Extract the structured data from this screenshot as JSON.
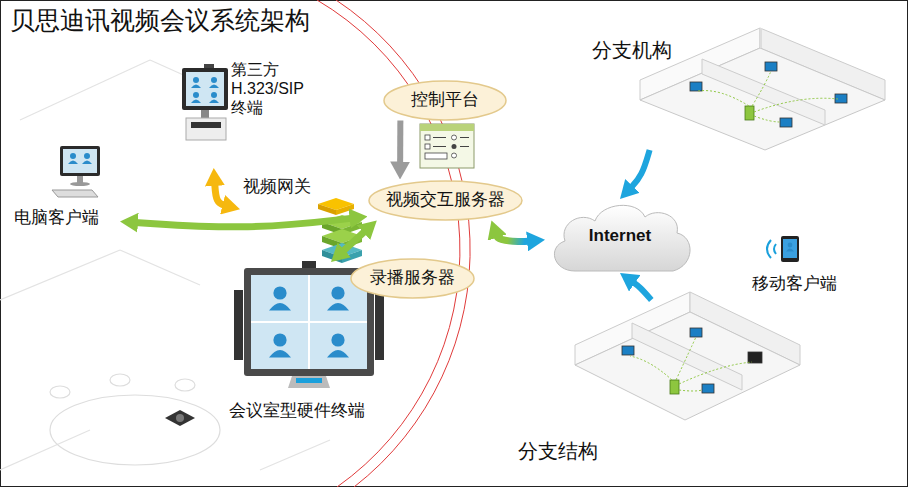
{
  "diagram": {
    "title": "贝思迪讯视频会议系统架构",
    "nodes": [
      {
        "text": [
          "第三方 H.323/SIP 终端"
        ]
      },
      {
        "text": [
          "控制平台"
        ]
      },
      {
        "text": [
          "视频网关"
        ]
      },
      {
        "text": [
          "视频交互服务器"
        ]
      },
      {
        "text": [
          "录播服务器"
        ]
      },
      {
        "text": [
          "电脑客户端"
        ]
      },
      {
        "text": [
          "会议室型硬件终端"
        ]
      },
      {
        "text": [
          "Internet"
        ]
      },
      {
        "text": [
          "分支机构"
        ]
      },
      {
        "text": [
          "分支结构"
        ]
      },
      {
        "text": [
          "移动客户端"
        ]
      }
    ],
    "edges": [
      {
        "from": 2,
        "to": 0,
        "arrow": "both"
      },
      {
        "from": 1,
        "to": 3,
        "arrow": "to"
      },
      {
        "from": 3,
        "to": 5,
        "arrow": "both"
      },
      {
        "from": 3,
        "to": 6,
        "arrow": "both"
      },
      {
        "from": 3,
        "to": 7,
        "arrow": "both"
      },
      {
        "from": 8,
        "to": 7,
        "arrow": "to"
      },
      {
        "from": 9,
        "to": 7,
        "arrow": "to"
      }
    ]
  }
}
